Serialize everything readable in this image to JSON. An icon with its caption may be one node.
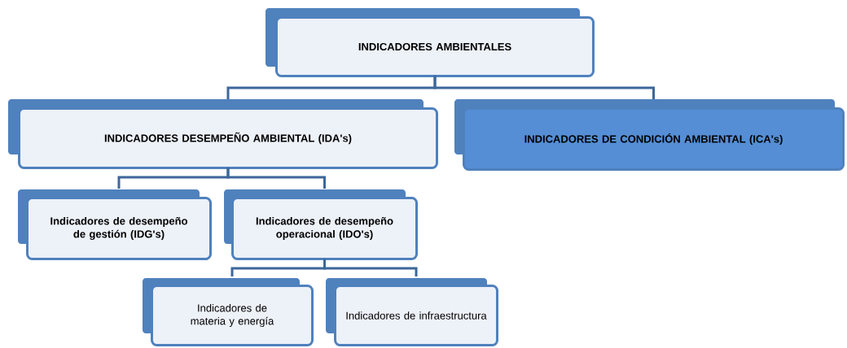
{
  "diagram": {
    "nodes": [
      {
        "text": [
          "INDICADORES AMBIENTALES"
        ]
      },
      {
        "text": [
          "INDICADORES DESEMPEÑO AMBIENTAL (IDA's)"
        ]
      },
      {
        "text": [
          "INDICADORES DE CONDICIÓN AMBIENTAL (ICA's)"
        ]
      },
      {
        "text": [
          "Indicadores de desempeño de gestión (IDG's)"
        ]
      },
      {
        "text": [
          "Indicadores de desempeño operacional (IDO's)"
        ]
      },
      {
        "text": [
          "Indicadores de materia y energía"
        ]
      },
      {
        "text": [
          "Indicadores de infraestructura"
        ]
      }
    ],
    "edges": [
      {
        "from": 0,
        "to": 1,
        "arrow": "none"
      },
      {
        "from": 0,
        "to": 2,
        "arrow": "none"
      },
      {
        "from": 1,
        "to": 3,
        "arrow": "none"
      },
      {
        "from": 1,
        "to": 4,
        "arrow": "none"
      },
      {
        "from": 4,
        "to": 5,
        "arrow": "none"
      },
      {
        "from": 4,
        "to": 6,
        "arrow": "none"
      }
    ]
  }
}
